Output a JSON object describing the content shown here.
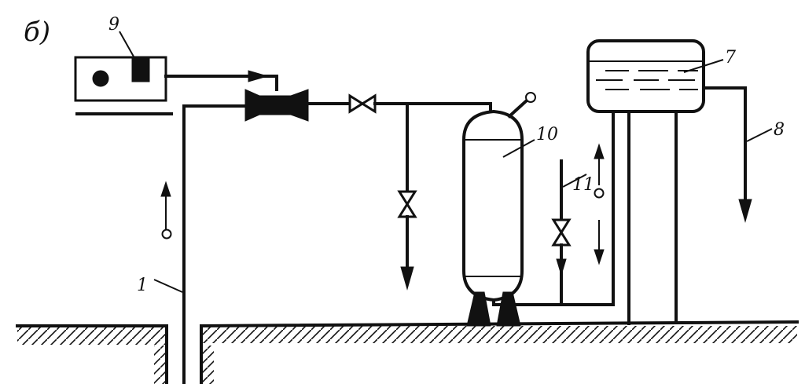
{
  "figure": {
    "panel_label": "б)",
    "labels": {
      "l1": "1",
      "l7": "7",
      "l8": "8",
      "l9": "9",
      "l10": "10",
      "l11": "11"
    }
  },
  "colors": {
    "ink": "#111111",
    "background": "#ffffff"
  }
}
